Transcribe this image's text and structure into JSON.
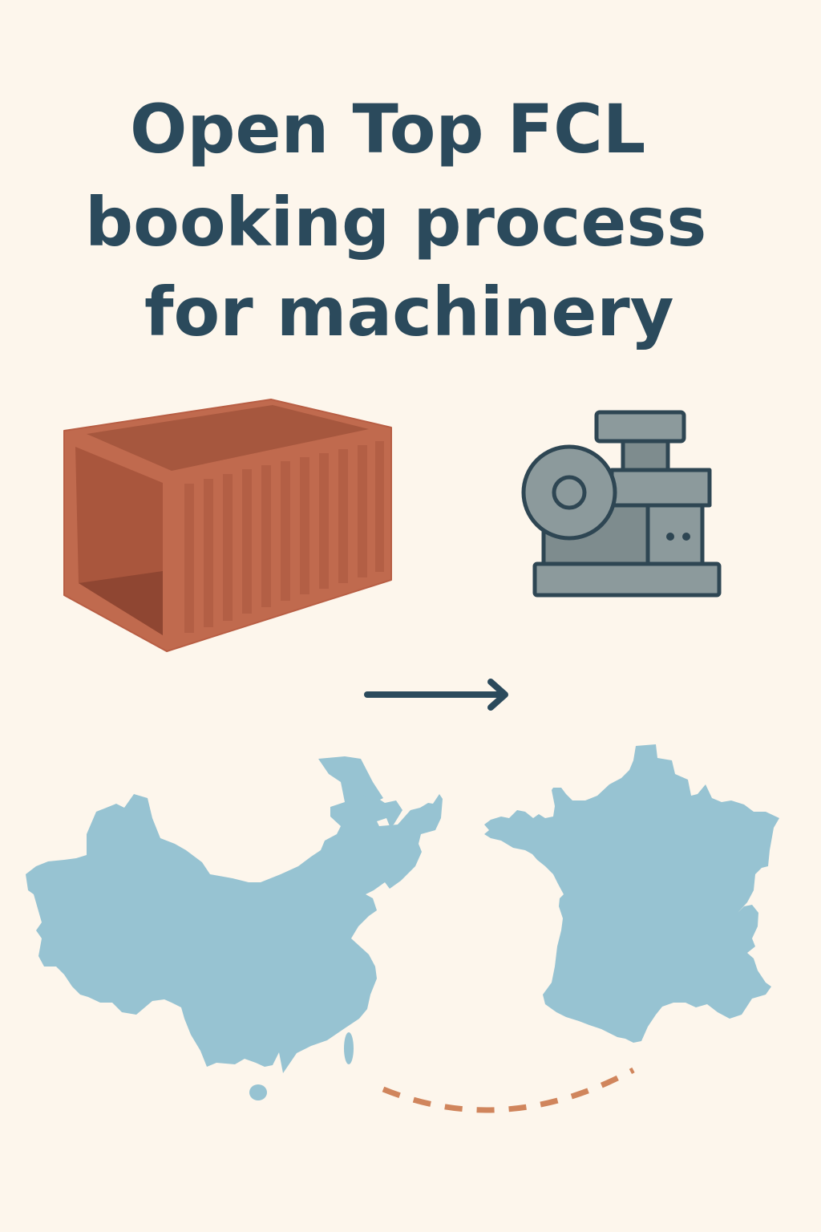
{
  "title": {
    "line1": "Open Top FCL",
    "line2": "booking process",
    "line3": "for machinery"
  },
  "illustrations": {
    "container": "open-top-container-icon",
    "machine": "industrial-machine-icon",
    "arrow": "arrow-right-icon",
    "origin_map": "china-map",
    "destination_map": "france-map",
    "route": "dashed-shipping-route"
  },
  "colors": {
    "background": "#fdf6ec",
    "title": "#2b4a5c",
    "container": "#c06a4e",
    "container_dark": "#a9563d",
    "machine_fill": "#8c9a9c",
    "machine_stroke": "#2e4653",
    "map": "#97c3d2",
    "route": "#d0855c"
  }
}
